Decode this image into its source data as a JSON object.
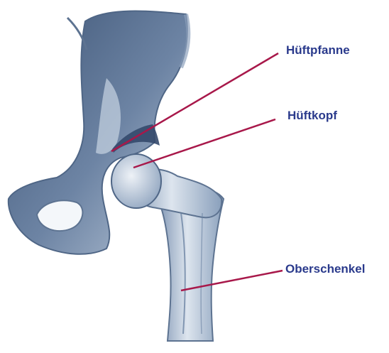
{
  "labels": {
    "acetabulum": "Hüftpfanne",
    "femoral_head": "Hüftkopf",
    "femur": "Oberschenkel"
  },
  "colors": {
    "label_text": "#2a3a8c",
    "leader_line": "#a8184a",
    "bone_light": "#dfe6ee",
    "bone_mid": "#9cb0c8",
    "bone_dark": "#3e5576",
    "outline": "#5d7391"
  }
}
